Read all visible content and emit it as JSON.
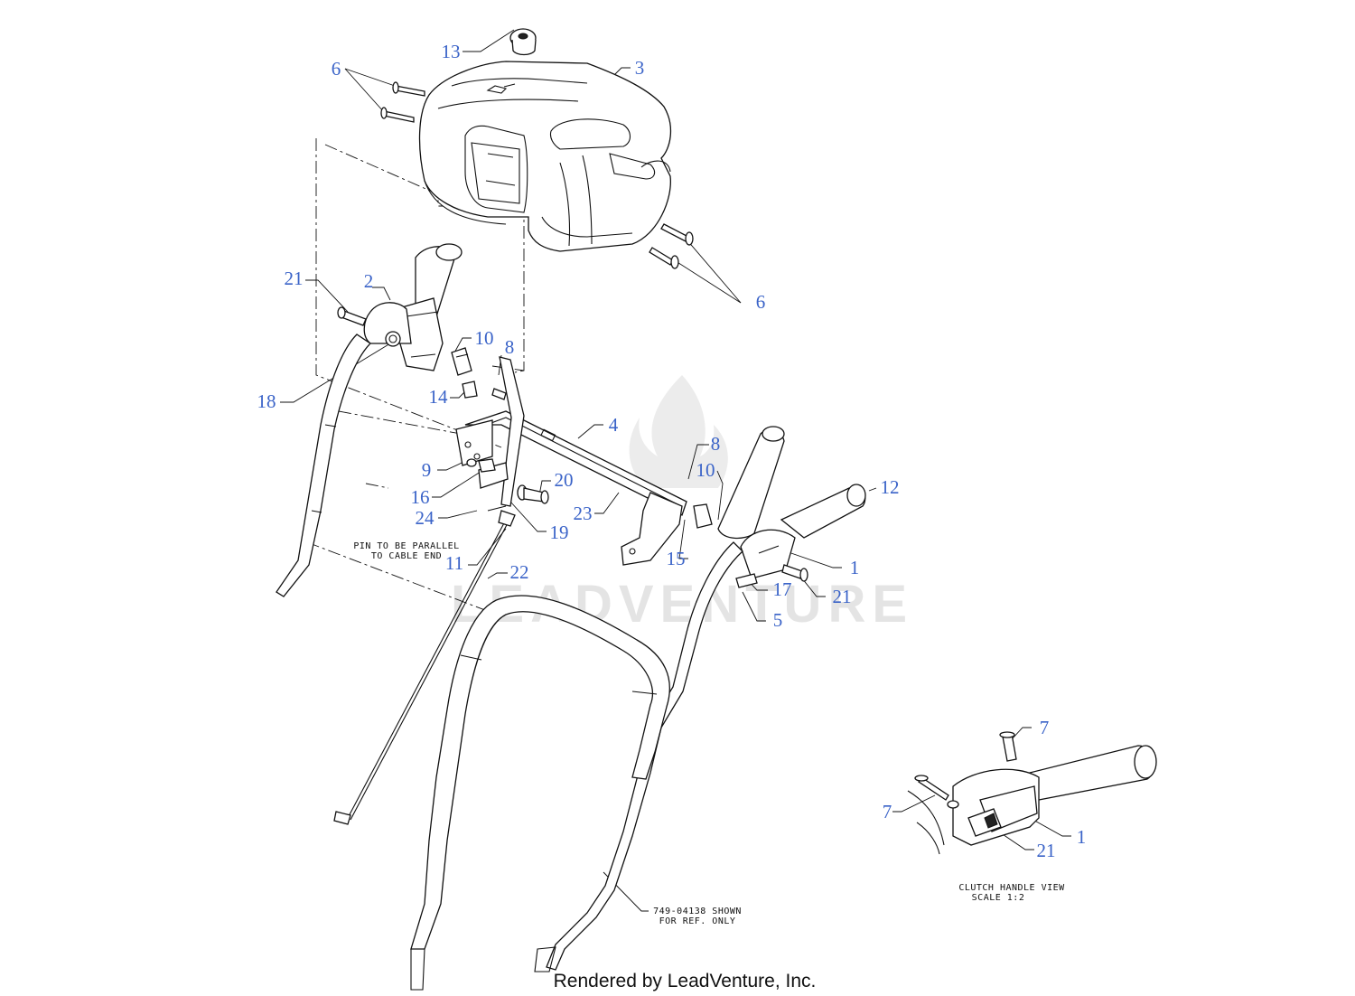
{
  "callouts": [
    "13",
    "3",
    "6",
    "6",
    "21",
    "2",
    "10",
    "8",
    "18",
    "14",
    "4",
    "9",
    "16",
    "20",
    "8",
    "10",
    "12",
    "24",
    "23",
    "19",
    "15",
    "11",
    "22",
    "1",
    "17",
    "21",
    "5",
    "7",
    "7",
    "1",
    "21"
  ],
  "notes": {
    "pin_line1": "PIN TO BE PARALLEL",
    "pin_line2": "TO CABLE END",
    "ref_line1": "749-04138 SHOWN",
    "ref_line2": "FOR REF. ONLY",
    "detail_line1": "CLUTCH HANDLE VIEW",
    "detail_line2": "SCALE 1:2"
  },
  "watermark": "LEADVENTURE",
  "footer": "Rendered by LeadVenture, Inc.",
  "colors": {
    "callout": "#3a63c8",
    "line": "#111111",
    "watermark": "#e4e4e4"
  }
}
